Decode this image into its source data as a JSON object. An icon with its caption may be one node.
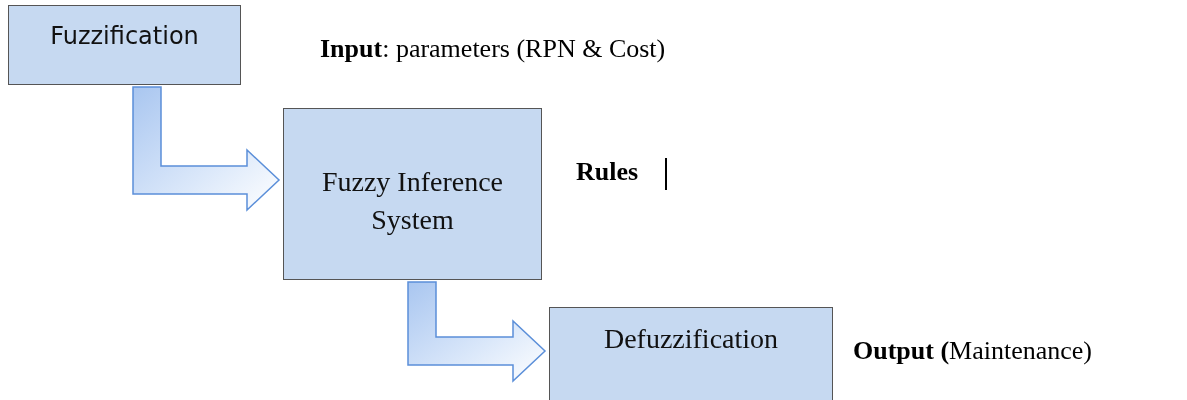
{
  "diagram": {
    "nodes": [
      {
        "text": [
          "Fuzzification"
        ]
      },
      {
        "text": [
          "Fuzzy Inference System"
        ]
      },
      {
        "text": [
          "Defuzzification"
        ]
      }
    ],
    "edges": [
      {
        "from": 0,
        "to": 1,
        "arrow": "to"
      },
      {
        "from": 1,
        "to": 2,
        "arrow": "to"
      }
    ],
    "labels": [
      "**Input**: parameters (RPN & Cost)",
      "Rules",
      "**Output (**Maintenance)"
    ]
  }
}
